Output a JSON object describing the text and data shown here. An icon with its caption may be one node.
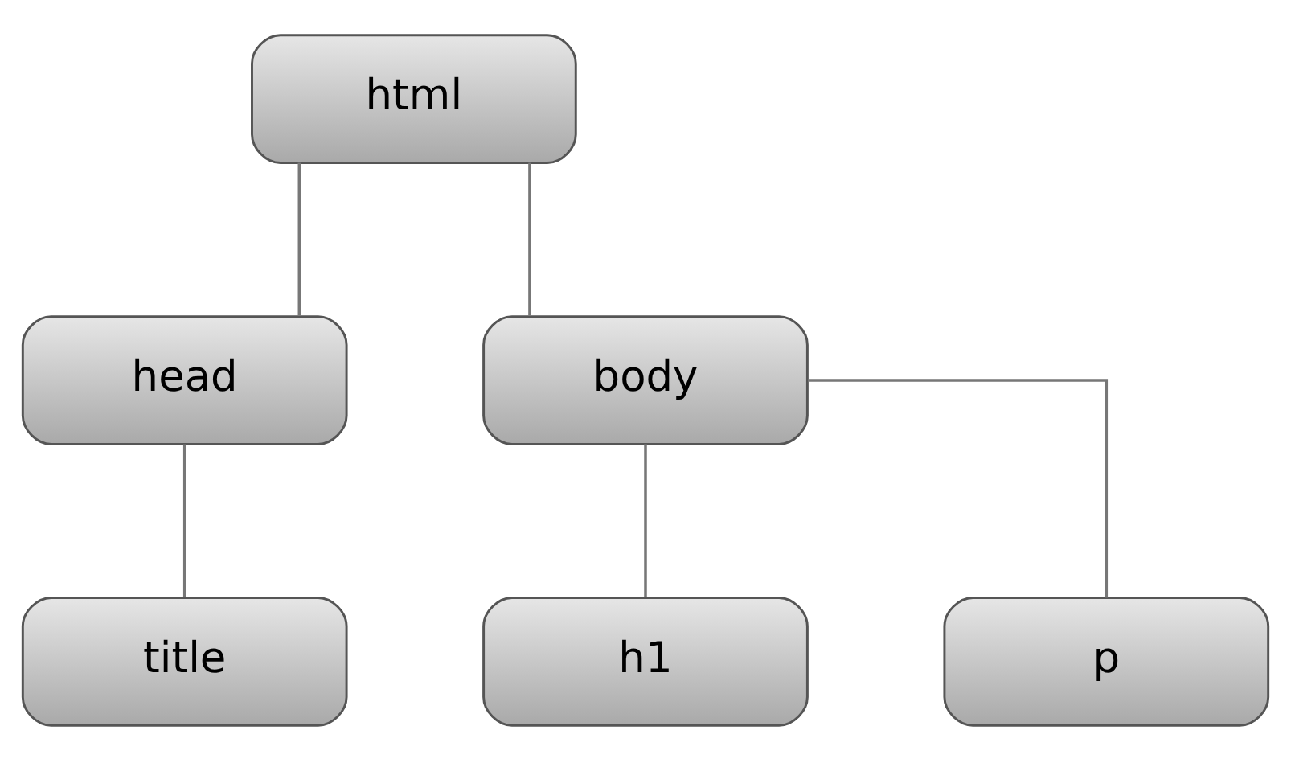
{
  "diagram": {
    "nodes": [
      {
        "text": [
          "html"
        ]
      },
      {
        "text": [
          "head"
        ]
      },
      {
        "text": [
          "body"
        ]
      },
      {
        "text": [
          "title"
        ]
      },
      {
        "text": [
          "h1"
        ]
      },
      {
        "text": [
          "p"
        ]
      }
    ],
    "edges": [
      {
        "from": 0,
        "to": 1,
        "arrow": "none"
      },
      {
        "from": 0,
        "to": 2,
        "arrow": "none"
      },
      {
        "from": 1,
        "to": 3,
        "arrow": "none"
      },
      {
        "from": 2,
        "to": 4,
        "arrow": "none"
      },
      {
        "from": 2,
        "to": 5,
        "arrow": "none"
      }
    ]
  }
}
